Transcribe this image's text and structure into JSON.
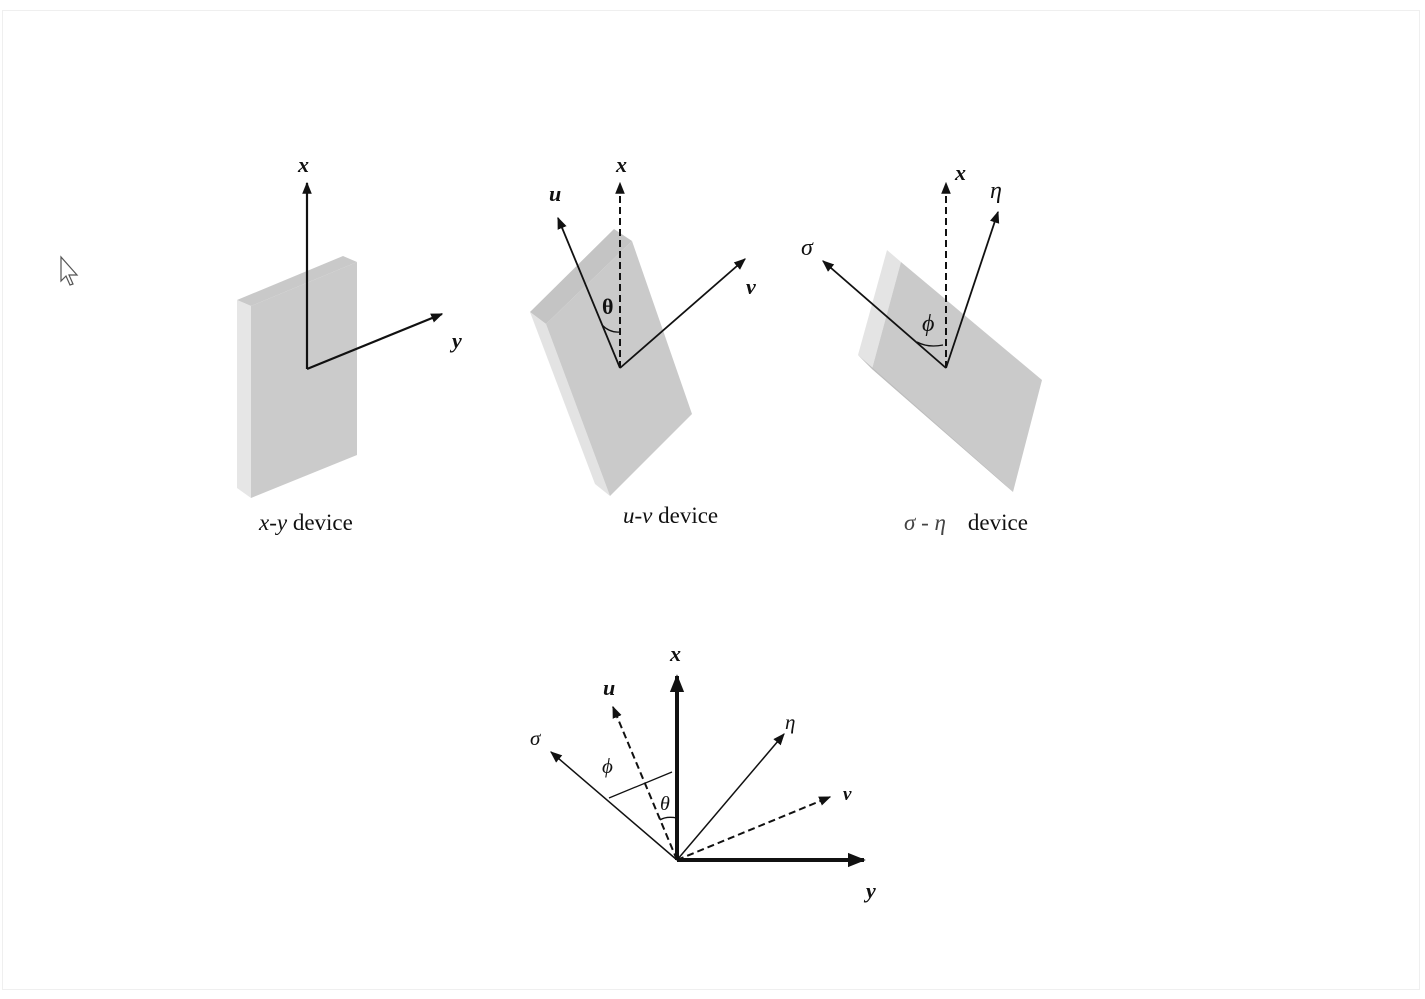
{
  "diagrams": [
    {
      "caption_prefix": "x-y",
      "caption_suffix": " device",
      "labels": {
        "x": "x",
        "y": "y"
      }
    },
    {
      "caption_prefix": "u-v",
      "caption_suffix": " device",
      "labels": {
        "u": "u",
        "x": "x",
        "v": "v",
        "theta": "θ"
      }
    },
    {
      "caption_prefix": "σ - η",
      "caption_suffix": "device",
      "labels": {
        "x": "x",
        "eta": "η",
        "sigma": "σ",
        "phi": "ϕ"
      }
    }
  ],
  "combined": {
    "labels": {
      "x": "x",
      "u": "u",
      "sigma": "σ",
      "phi": "ϕ",
      "theta": "θ",
      "eta": "η",
      "v": "v",
      "y": "y"
    }
  },
  "icons": {
    "cursor": "mouse-pointer-icon"
  }
}
